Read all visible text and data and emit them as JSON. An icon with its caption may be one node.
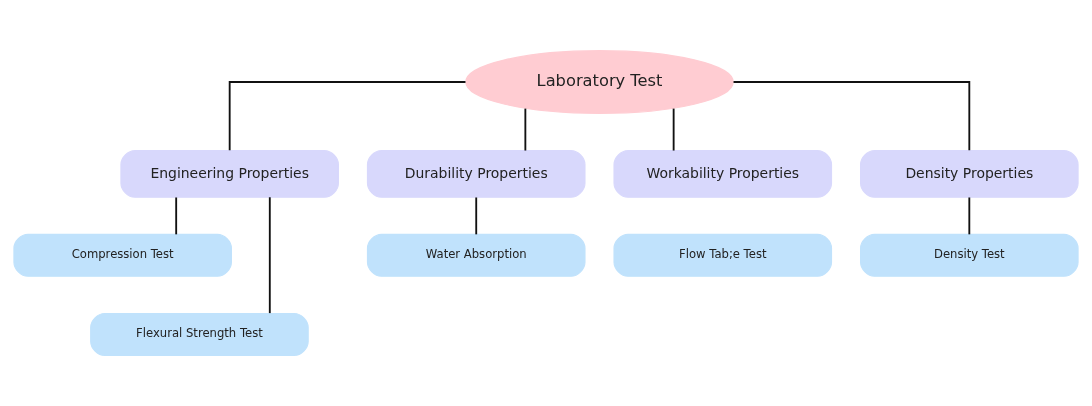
{
  "diagram": {
    "nodes": [
      {
        "text": [
          "Laboratory Test"
        ]
      },
      {
        "text": [
          "Engineering Properties"
        ]
      },
      {
        "text": [
          "Durability Properties"
        ]
      },
      {
        "text": [
          "Workability Properties"
        ]
      },
      {
        "text": [
          "Density Properties"
        ]
      },
      {
        "text": [
          "Compression Test"
        ]
      },
      {
        "text": [
          "Water Absorption"
        ]
      },
      {
        "text": [
          "Flow Tab;e Test"
        ]
      },
      {
        "text": [
          "Density Test"
        ]
      },
      {
        "text": [
          "Flexural Strength Test"
        ]
      }
    ],
    "edges": [
      {
        "from": 0,
        "to": 1,
        "arrow": "none"
      },
      {
        "from": 0,
        "to": 2,
        "arrow": "none"
      },
      {
        "from": 0,
        "to": 3,
        "arrow": "none"
      },
      {
        "from": 0,
        "to": 4,
        "arrow": "none"
      },
      {
        "from": 1,
        "to": 5,
        "arrow": "none"
      },
      {
        "from": 1,
        "to": 9,
        "arrow": "none"
      },
      {
        "from": 2,
        "to": 6,
        "arrow": "none"
      },
      {
        "from": 4,
        "to": 8,
        "arrow": "none"
      }
    ]
  }
}
